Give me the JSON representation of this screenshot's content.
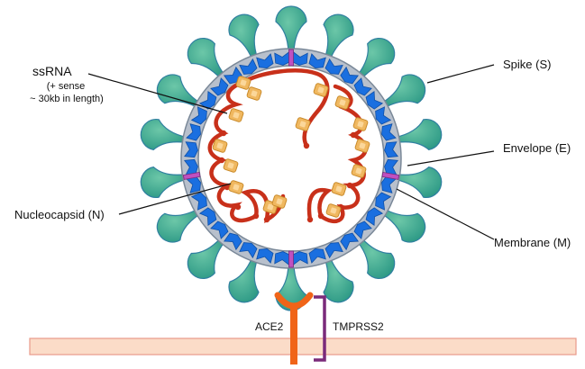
{
  "labels": {
    "ssrna": "ssRNA",
    "ssrna_sense": "(+ sense",
    "ssrna_length": "~ 30kb in length)",
    "spike": "Spike (S)",
    "envelope": "Envelope (E)",
    "nucleocapsid": "Nucleocapsid (N)",
    "membrane": "Membrane (M)",
    "ace2": "ACE2",
    "tmprss2": "TMPRSS2"
  },
  "colors": {
    "spike_fill": "#3aa58c",
    "spike_stroke": "#2f7fa0",
    "envelope_ring": "#b8c0cc",
    "membrane_protein": "#1a6fe0",
    "envelope_protein": "#c050c0",
    "rna": "#c8301a",
    "nucleocapsid": "#f0b860",
    "cell_membrane": "#fbdcc8",
    "cell_membrane_stroke": "#e89a8a",
    "ace2": "#f06418",
    "tmprss2": "#7a2a7a"
  }
}
